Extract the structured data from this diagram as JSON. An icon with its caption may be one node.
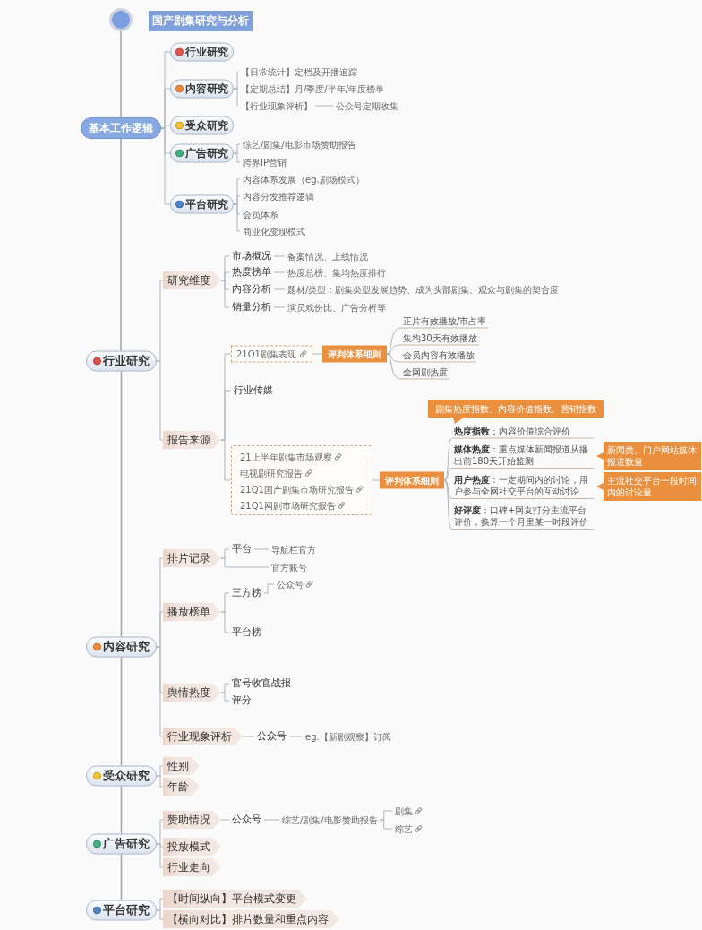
{
  "diagram": {
    "title": "国产剧集研究与分析",
    "nodes": [
      {
        "text": [],
        "shape": "circle"
      },
      {
        "text": [
          "基本工作逻辑"
        ]
      },
      {
        "text": [
          "行业研究"
        ]
      },
      {
        "text": [
          "内容研究"
        ]
      },
      {
        "text": [
          "【日常统计】定档及开播追踪"
        ]
      },
      {
        "text": [
          "【定期总结】月/季度/半年/年度榜单"
        ]
      },
      {
        "text": [
          "【行业现象评析】"
        ]
      },
      {
        "text": [
          "公众号定期收集"
        ]
      },
      {
        "text": [
          "受众研究"
        ]
      },
      {
        "text": [
          "广告研究"
        ]
      },
      {
        "text": [
          "综艺/剧集/电影市场赞助报告"
        ]
      },
      {
        "text": [
          "跨界IP营销"
        ]
      },
      {
        "text": [
          "平台研究"
        ]
      },
      {
        "text": [
          "内容体系发展（eg.剧场模式）"
        ]
      },
      {
        "text": [
          "内容分发推荐逻辑"
        ]
      },
      {
        "text": [
          "会员体系"
        ]
      },
      {
        "text": [
          "商业化变现模式"
        ]
      },
      {
        "text": [
          "行业研究"
        ]
      },
      {
        "text": [
          "研究维度"
        ]
      },
      {
        "text": [
          "市场概况"
        ]
      },
      {
        "text": [
          "备案情况、上线情况"
        ]
      },
      {
        "text": [
          "热度榜单"
        ]
      },
      {
        "text": [
          "热度总榜、集均热度排行"
        ]
      },
      {
        "text": [
          "内容分析"
        ]
      },
      {
        "text": [
          "题材/类型：剧集类型发展趋势、成为头部剧集、观众与剧集的契合度"
        ]
      },
      {
        "text": [
          "销量分析"
        ]
      },
      {
        "text": [
          "演员戏份比、广告分析等"
        ]
      },
      {
        "text": [
          "报告来源"
        ]
      },
      {
        "text": [
          "21Q1剧集表现"
        ]
      },
      {
        "text": [
          "评判体系细则"
        ]
      },
      {
        "text": [
          "正片有效播放/市占率"
        ]
      },
      {
        "text": [
          "集均30天有效播放"
        ]
      },
      {
        "text": [
          "会员内容有效播放"
        ]
      },
      {
        "text": [
          "全网剧热度"
        ]
      },
      {
        "text": [
          "行业传媒"
        ]
      },
      {
        "text": [],
        "shape": "box"
      },
      {
        "text": [
          "21上半年剧集市场观察"
        ],
        "in": 35
      },
      {
        "text": [
          "电视剧研究报告"
        ],
        "in": 35
      },
      {
        "text": [
          "21Q1国产剧集市场研究报告"
        ],
        "in": 35
      },
      {
        "text": [
          "21Q1网剧市场研究报告"
        ],
        "in": 35
      },
      {
        "text": [
          "评判体系细则"
        ]
      },
      {
        "text": [
          "剧集热度指数、内容价值指数、营销指数"
        ]
      },
      {
        "text": [
          "**热度指数**：内容价值综合评价"
        ]
      },
      {
        "text": [
          "**媒体热度**：重点媒体新闻报道从播出前180天开始监测"
        ]
      },
      {
        "text": [
          "新闻类、门户网站媒体报道数量"
        ]
      },
      {
        "text": [
          "**用户热度**：一定期间内的讨论，用户参与全网社交平台的互动讨论"
        ]
      },
      {
        "text": [
          "主流社交平台一段时间内的讨论量"
        ]
      },
      {
        "text": [
          "**好评度**：口碑+网友打分主流平台评价，换算一个月里某一时段评价"
        ]
      },
      {
        "text": [
          "内容研究"
        ]
      },
      {
        "text": [
          "排片记录"
        ]
      },
      {
        "text": [
          "平台"
        ]
      },
      {
        "text": [
          "导航栏官方"
        ]
      },
      {
        "text": [
          "官方账号"
        ]
      },
      {
        "text": [
          "播放榜单"
        ]
      },
      {
        "text": [
          "三方榜"
        ]
      },
      {
        "text": [
          "公众号"
        ]
      },
      {
        "text": [
          "平台榜"
        ]
      },
      {
        "text": [
          "舆情热度"
        ]
      },
      {
        "text": [
          "官号收官战报"
        ]
      },
      {
        "text": [
          "评分"
        ]
      },
      {
        "text": [
          "行业现象评析"
        ]
      },
      {
        "text": [
          "公众号"
        ]
      },
      {
        "text": [
          "eg.【新剧观察】订阅"
        ]
      },
      {
        "text": [
          "受众研究"
        ]
      },
      {
        "text": [
          "性别"
        ]
      },
      {
        "text": [
          "年龄"
        ]
      },
      {
        "text": [
          "广告研究"
        ]
      },
      {
        "text": [
          "赞助情况"
        ]
      },
      {
        "text": [
          "公众号"
        ]
      },
      {
        "text": [
          "综艺/剧集/电影赞助报告"
        ]
      },
      {
        "text": [
          "剧集"
        ]
      },
      {
        "text": [
          "综艺"
        ]
      },
      {
        "text": [
          "投放模式"
        ]
      },
      {
        "text": [
          "行业走向"
        ]
      },
      {
        "text": [
          "平台研究"
        ]
      },
      {
        "text": [
          "【时间纵向】平台模式变更"
        ]
      },
      {
        "text": [
          "【横向对比】排片数量和重点内容"
        ]
      }
    ],
    "edges": [
      {
        "from": 0,
        "to": 1,
        "arrow": "none"
      },
      {
        "from": 1,
        "to": 17,
        "arrow": "none"
      },
      {
        "from": 17,
        "to": 48,
        "arrow": "none"
      },
      {
        "from": 48,
        "to": 63,
        "arrow": "none"
      },
      {
        "from": 63,
        "to": 66,
        "arrow": "none"
      },
      {
        "from": 66,
        "to": 74,
        "arrow": "none"
      },
      {
        "from": 1,
        "to": 2,
        "arrow": "none"
      },
      {
        "from": 1,
        "to": 3,
        "arrow": "none"
      },
      {
        "from": 1,
        "to": 8,
        "arrow": "none"
      },
      {
        "from": 1,
        "to": 9,
        "arrow": "none"
      },
      {
        "from": 1,
        "to": 12,
        "arrow": "none"
      },
      {
        "from": 3,
        "to": 4,
        "arrow": "none"
      },
      {
        "from": 3,
        "to": 5,
        "arrow": "none"
      },
      {
        "from": 3,
        "to": 6,
        "arrow": "none"
      },
      {
        "from": 6,
        "to": 7,
        "arrow": "none"
      },
      {
        "from": 9,
        "to": 10,
        "arrow": "none"
      },
      {
        "from": 9,
        "to": 11,
        "arrow": "none"
      },
      {
        "from": 12,
        "to": 13,
        "arrow": "none"
      },
      {
        "from": 12,
        "to": 14,
        "arrow": "none"
      },
      {
        "from": 12,
        "to": 15,
        "arrow": "none"
      },
      {
        "from": 12,
        "to": 16,
        "arrow": "none"
      },
      {
        "from": 17,
        "to": 18,
        "arrow": "none"
      },
      {
        "from": 17,
        "to": 27,
        "arrow": "none"
      },
      {
        "from": 18,
        "to": 19,
        "arrow": "none"
      },
      {
        "from": 18,
        "to": 21,
        "arrow": "none"
      },
      {
        "from": 18,
        "to": 23,
        "arrow": "none"
      },
      {
        "from": 18,
        "to": 25,
        "arrow": "none"
      },
      {
        "from": 19,
        "to": 20,
        "arrow": "none"
      },
      {
        "from": 21,
        "to": 22,
        "arrow": "none"
      },
      {
        "from": 23,
        "to": 24,
        "arrow": "none"
      },
      {
        "from": 25,
        "to": 26,
        "arrow": "none"
      },
      {
        "from": 27,
        "to": 28,
        "arrow": "none"
      },
      {
        "from": 27,
        "to": 34,
        "arrow": "none"
      },
      {
        "from": 27,
        "to": 35,
        "arrow": "none"
      },
      {
        "from": 28,
        "to": 29,
        "arrow": "none"
      },
      {
        "from": 29,
        "to": 30,
        "arrow": "none"
      },
      {
        "from": 29,
        "to": 31,
        "arrow": "none"
      },
      {
        "from": 29,
        "to": 32,
        "arrow": "none"
      },
      {
        "from": 29,
        "to": 33,
        "arrow": "none"
      },
      {
        "from": 35,
        "to": 40,
        "arrow": "none"
      },
      {
        "from": 40,
        "to": 42,
        "arrow": "none"
      },
      {
        "from": 40,
        "to": 43,
        "arrow": "none"
      },
      {
        "from": 40,
        "to": 45,
        "arrow": "none"
      },
      {
        "from": 40,
        "to": 47,
        "arrow": "none"
      },
      {
        "from": 48,
        "to": 49,
        "arrow": "none"
      },
      {
        "from": 48,
        "to": 53,
        "arrow": "none"
      },
      {
        "from": 48,
        "to": 57,
        "arrow": "none"
      },
      {
        "from": 48,
        "to": 60,
        "arrow": "none"
      },
      {
        "from": 49,
        "to": 50,
        "arrow": "none"
      },
      {
        "from": 49,
        "to": 52,
        "arrow": "none"
      },
      {
        "from": 50,
        "to": 51,
        "arrow": "none"
      },
      {
        "from": 53,
        "to": 54,
        "arrow": "none"
      },
      {
        "from": 53,
        "to": 56,
        "arrow": "none"
      },
      {
        "from": 54,
        "to": 55,
        "arrow": "none"
      },
      {
        "from": 57,
        "to": 58,
        "arrow": "none"
      },
      {
        "from": 57,
        "to": 59,
        "arrow": "none"
      },
      {
        "from": 60,
        "to": 61,
        "arrow": "none"
      },
      {
        "from": 61,
        "to": 62,
        "arrow": "none"
      },
      {
        "from": 63,
        "to": 64,
        "arrow": "none"
      },
      {
        "from": 63,
        "to": 65,
        "arrow": "none"
      },
      {
        "from": 66,
        "to": 67,
        "arrow": "none"
      },
      {
        "from": 66,
        "to": 72,
        "arrow": "none"
      },
      {
        "from": 66,
        "to": 73,
        "arrow": "none"
      },
      {
        "from": 67,
        "to": 68,
        "arrow": "none"
      },
      {
        "from": 68,
        "to": 69,
        "arrow": "none"
      },
      {
        "from": 69,
        "to": 70,
        "arrow": "none"
      },
      {
        "from": 69,
        "to": 71,
        "arrow": "none"
      },
      {
        "from": 74,
        "to": 75,
        "arrow": "none"
      },
      {
        "from": 74,
        "to": 76,
        "arrow": "none"
      }
    ]
  }
}
